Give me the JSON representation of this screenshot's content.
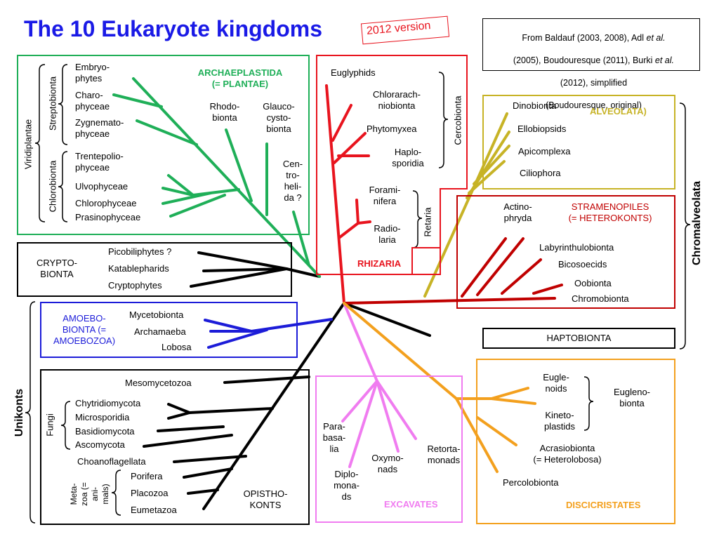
{
  "title": "The 10 Eukaryote kingdoms",
  "version": "2012 version",
  "source": {
    "line1_pre": "From Baldauf (2003, 2008), Adl ",
    "etal1": "et al.",
    "line2_pre": "(2005), Boudouresque (2011), Burki ",
    "etal2": "et al.",
    "line3": "(2012), simplified",
    "line4": "(Boudouresque, original)"
  },
  "colors": {
    "archaeplastida": "#1faf58",
    "rhizaria": "#e8141e",
    "alveolata": "#c7b326",
    "stramenopiles": "#c00000",
    "amoebobionta": "#1c1cd8",
    "excavates": "#f07cf0",
    "discicristates": "#f3a01e",
    "title": "#1a1ae6",
    "black": "#000000"
  },
  "archaeplastida": {
    "group_label": "ARCHAEPLASTIDA\n(= PLANTAE)",
    "viridiplantae": "Viridiplantae",
    "streptobionta": "Streptobionta",
    "chlorobionta": "Chlorobionta",
    "taxa": {
      "embryophytes": "Embryo-\nphytes",
      "charophyceae": "Charo-\nphyceae",
      "zygnematophyceae": "Zygnemato-\nphyceae",
      "trentepoliophyceae": "Trentepolio-\nphyceae",
      "ulvophyceae": "Ulvophyceae",
      "chlorophyceae": "Chlorophyceae",
      "prasinophyceae": "Prasinophyceae",
      "rhodobionta": "Rhodo-\nbionta",
      "glaucocystobionta": "Glauco-\ncysto-\nbionta",
      "centrohelida": "Cen-\ntro-\nheli-\nda ?"
    }
  },
  "rhizaria": {
    "group_label": "RHIZARIA",
    "cercobionta": "Cercobionta",
    "retaria": "Retaria",
    "taxa": {
      "euglyphids": "Euglyphids",
      "chlorarachniobionta": "Chlorarach-\nniobionta",
      "phytomyxea": "Phytomyxea",
      "haplosporidia": "Haplo-\nsporidia",
      "foraminifera": "Forami-\nnifera",
      "radiolaria": "Radio-\nlaria"
    }
  },
  "alveolata": {
    "group_label": "ALVEOLATA)",
    "taxa": {
      "dinobionta": "Dinobionta",
      "ellobiopsids": "Ellobiopsids",
      "apicomplexa": "Apicomplexa",
      "ciliophora": "Ciliophora"
    }
  },
  "stramenopiles": {
    "group_label": "STRAMENOPILES\n(= HETEROKONTS)",
    "taxa": {
      "actinophryda": "Actino-\nphryda",
      "labyrinthulobionta": "Labyrinthulobionta",
      "bicosoecids": "Bicosoecids",
      "oobionta": "Oobionta",
      "chromobionta": "Chromobionta"
    }
  },
  "chromalveolata": "Chromalveolata",
  "haptobionta": "HAPTOBIONTA",
  "cryptobionta": {
    "group_label": "CRYPTO-\nBIONTA",
    "taxa": {
      "picobiliphytes": "Picobiliphytes ?",
      "katablepharids": "Katablepharids",
      "cryptophytes": "Cryptophytes"
    }
  },
  "amoebobionta": {
    "group_label": "AMOEBO-\nBIONTA (=\nAMOEBOZOA)",
    "taxa": {
      "mycetobionta": "Mycetobionta",
      "archamaeba": "Archamaeba",
      "lobosa": "Lobosa"
    }
  },
  "unikonts": "Unikonts",
  "opisthokonts": {
    "group_label": "OPISTHO-\nKONTS",
    "fungi": "Fungi",
    "metazoa": "Meta-\nzoa (=\nani-\nmals)",
    "taxa": {
      "mesomycetozoa": "Mesomycetozoa",
      "chytridiomycota": "Chytridiomycota",
      "microsporidia": "Microsporidia",
      "basidiomycota": "Basidiomycota",
      "ascomycota": "Ascomycota",
      "choanoflagellata": "Choanoflagellata",
      "porifera": "Porifera",
      "placozoa": "Placozoa",
      "eumetazoa": "Eumetazoa"
    }
  },
  "excavates": {
    "group_label": "EXCAVATES",
    "taxa": {
      "parabasalia": "Para-\nbasa-\nlia",
      "diplomonads": "Diplo-\nmona-\nds",
      "oxymonads": "Oxymo-\nnads",
      "retortamonads": "Retorta-\nmonads"
    }
  },
  "discicristates": {
    "group_label": "DISCICRISTATES",
    "euglenobionta": "Eugleno-\nbionta",
    "taxa": {
      "euglenoids": "Eugle-\nnoids",
      "kinetoplastids": "Kineto-\nplastids",
      "acrasiobionta": "Acrasiobionta\n(= Heterolobosa)",
      "percolobionta": "Percolobionta"
    }
  }
}
